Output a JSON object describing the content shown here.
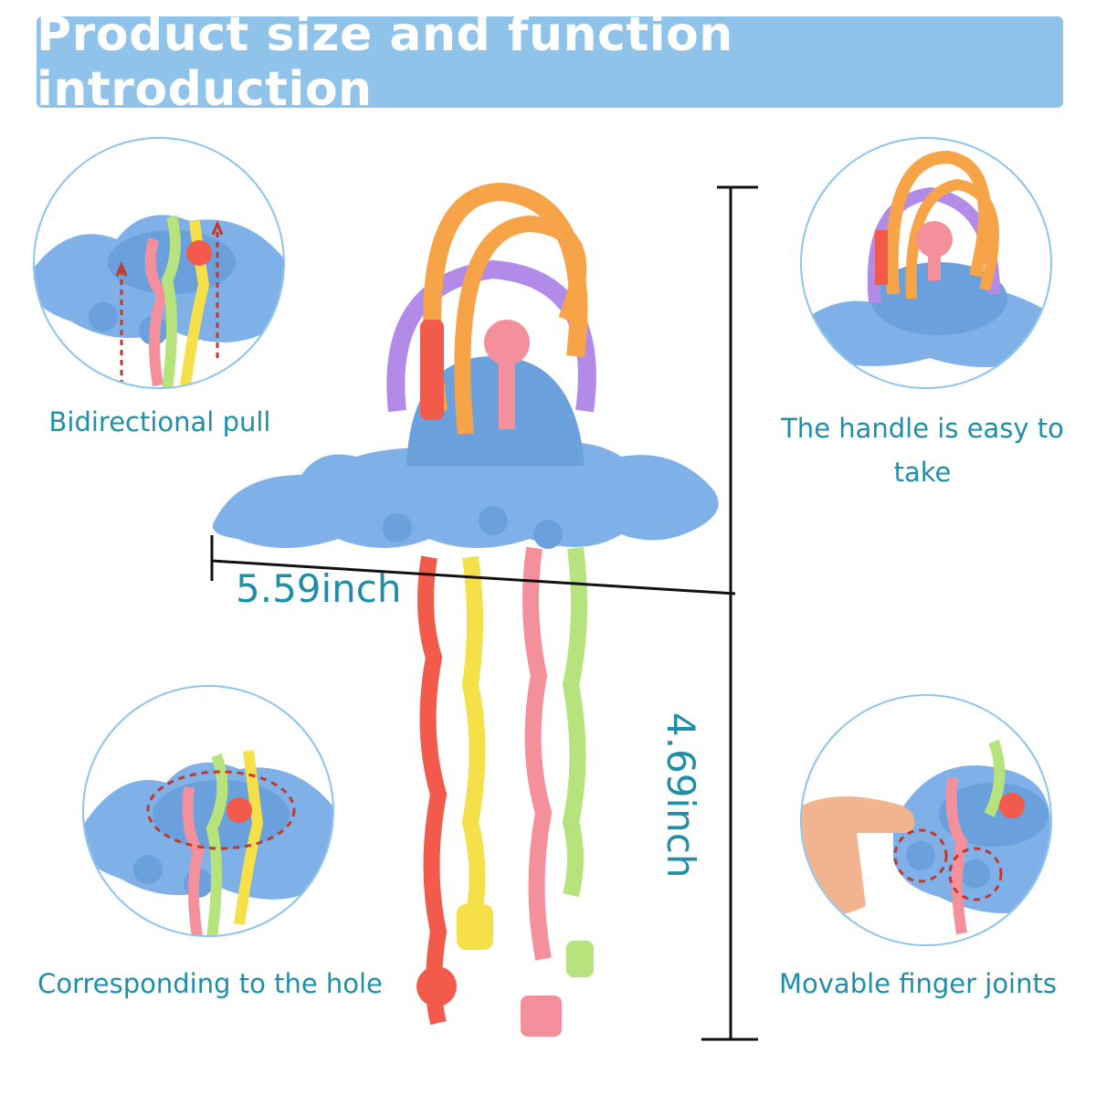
{
  "header": {
    "title": "Product size and function introduction"
  },
  "features": [
    {
      "caption": "Bidirectional pull"
    },
    {
      "caption": "The handle is easy to take"
    },
    {
      "caption": "Corresponding to the hole"
    },
    {
      "caption": "Movable finger joints"
    }
  ],
  "dimensions": {
    "width_label": "5.59inch",
    "height_label": "4.69inch"
  },
  "colors": {
    "banner": "#8fc3ea",
    "caption_text": "#1f8fa8",
    "toy_body": "#7fb0e8",
    "orange": "#f7a449",
    "purple": "#b28be8",
    "pink": "#f48f9c",
    "yellow": "#f5e04a",
    "green": "#b7e37c",
    "red": "#f25a4c"
  },
  "icons": [
    "dashed-arrow-icon",
    "dashed-circle-icon"
  ]
}
